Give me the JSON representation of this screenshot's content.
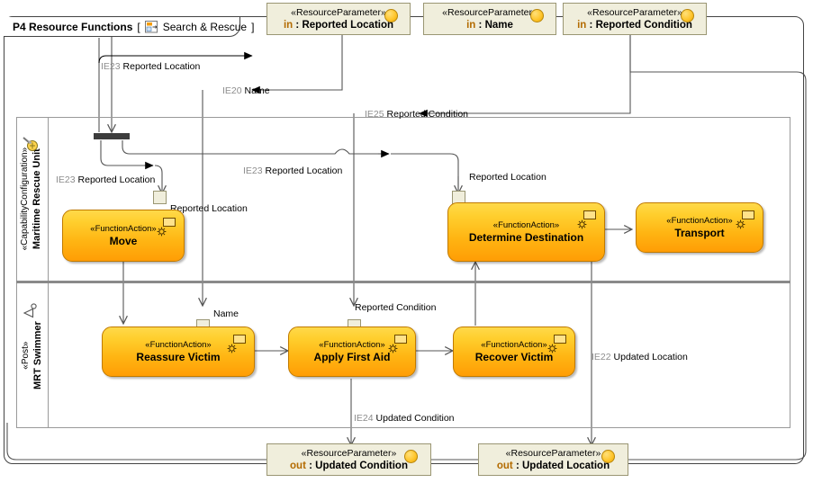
{
  "frame": {
    "title": "P4 Resource Functions",
    "context_open": "[",
    "context": "Search & Rescue",
    "context_close": "]",
    "icon": "diagram-icon"
  },
  "lanes": [
    {
      "stereotype": "«CapabilityConfiguration»",
      "name": "Maritime Rescue Unit",
      "icon": "capability-icon"
    },
    {
      "stereotype": "«Post»",
      "name": "MRT Swimmer",
      "icon": "post-icon"
    }
  ],
  "resource_parameters": [
    {
      "id": "rp-in-reported-location",
      "stereotype": "«ResourceParameter»",
      "direction": "in",
      "separator": " : ",
      "name": "Reported Location"
    },
    {
      "id": "rp-in-name",
      "stereotype": "«ResourceParameter»",
      "direction": "in",
      "separator": " : ",
      "name": "Name"
    },
    {
      "id": "rp-in-reported-condition",
      "stereotype": "«ResourceParameter»",
      "direction": "in",
      "separator": " : ",
      "name": "Reported Condition"
    },
    {
      "id": "rp-out-updated-condition",
      "stereotype": "«ResourceParameter»",
      "direction": "out",
      "separator": " : ",
      "name": "Updated Condition"
    },
    {
      "id": "rp-out-updated-location",
      "stereotype": "«ResourceParameter»",
      "direction": "out",
      "separator": " : ",
      "name": "Updated Location"
    }
  ],
  "function_actions": [
    {
      "id": "fa-move",
      "stereotype": "«FunctionAction»",
      "name": "Move",
      "lane": "Maritime Rescue Unit"
    },
    {
      "id": "fa-determine-destination",
      "stereotype": "«FunctionAction»",
      "name": "Determine Destination",
      "lane": "Maritime Rescue Unit"
    },
    {
      "id": "fa-transport",
      "stereotype": "«FunctionAction»",
      "name": "Transport",
      "lane": "Maritime Rescue Unit"
    },
    {
      "id": "fa-reassure-victim",
      "stereotype": "«FunctionAction»",
      "name": "Reassure Victim",
      "lane": "MRT Swimmer"
    },
    {
      "id": "fa-apply-first-aid",
      "stereotype": "«FunctionAction»",
      "name": "Apply First Aid",
      "lane": "MRT Swimmer"
    },
    {
      "id": "fa-recover-victim",
      "stereotype": "«FunctionAction»",
      "name": "Recover Victim",
      "lane": "MRT Swimmer"
    }
  ],
  "pins": [
    {
      "id": "pin-move-reported-location",
      "label": "Reported Location",
      "owner": "fa-move"
    },
    {
      "id": "pin-dd-reported-location",
      "label": "Reported Location",
      "owner": "fa-determine-destination"
    },
    {
      "id": "pin-rv-name",
      "label": "Name",
      "owner": "fa-reassure-victim"
    },
    {
      "id": "pin-afa-reported-condition",
      "label": "Reported Condition",
      "owner": "fa-apply-first-aid"
    }
  ],
  "edge_labels": [
    {
      "id": "edge-ie23-top",
      "ie": "IE23",
      "text": " Reported Location"
    },
    {
      "id": "edge-ie20-name",
      "ie": "IE20",
      "text": " Name"
    },
    {
      "id": "edge-ie25-reported-condition",
      "ie": "IE25",
      "text": " Reported Condition"
    },
    {
      "id": "edge-ie23-left",
      "ie": "IE23",
      "text": " Reported Location"
    },
    {
      "id": "edge-ie23-mid",
      "ie": "IE23",
      "text": " Reported Location"
    },
    {
      "id": "edge-ie22-updated-location",
      "ie": "IE22",
      "text": " Updated Location"
    },
    {
      "id": "edge-ie24-updated-condition",
      "ie": "IE24",
      "text": " Updated Condition"
    }
  ],
  "colors": {
    "action_fill_top": "#ffd94a",
    "action_fill_bottom": "#ff9d05",
    "action_border": "#c07a00",
    "param_fill": "#f0eedc",
    "param_border": "#9a9673",
    "ball": "#ffc62e",
    "direction_text": "#b36b00",
    "edge_id_text": "#8d8d8d",
    "frame_border": "#444444",
    "lane_border": "#9a9a9a"
  }
}
